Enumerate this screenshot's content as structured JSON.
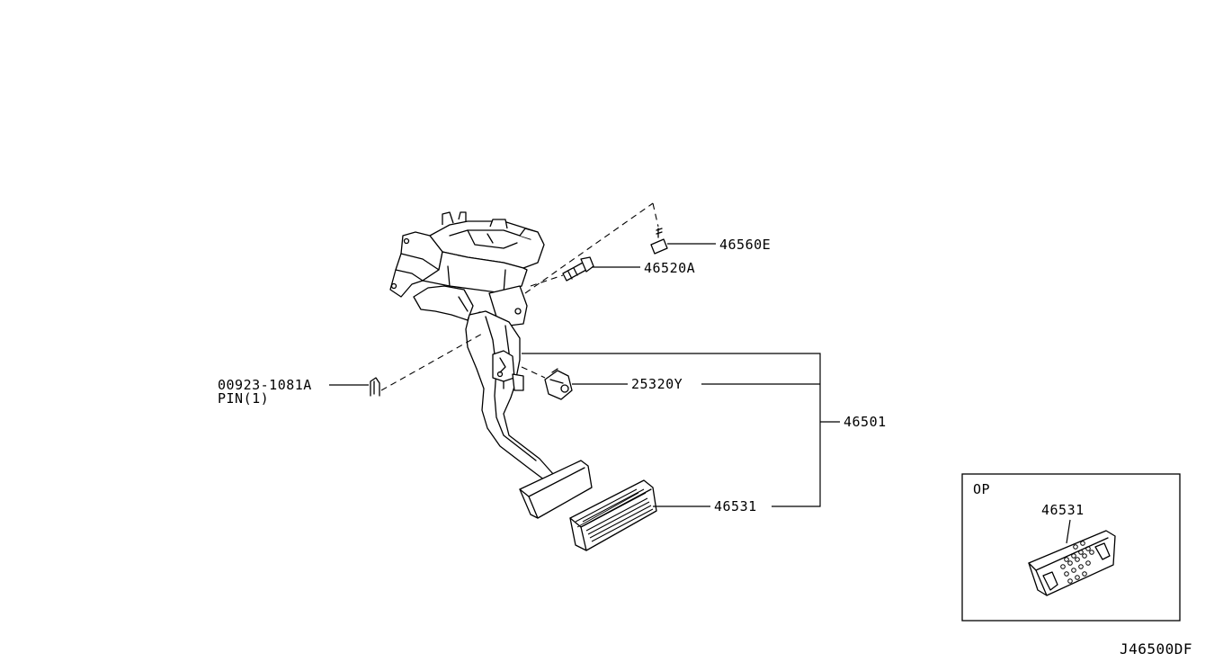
{
  "diagram_id": "J46500DF",
  "parts": {
    "bolt": "46560E",
    "pivot_pin": "46520A",
    "stop_lamp_switch": "25320Y",
    "clip_part": "00923-1081A",
    "clip_desc": "PIN(1)",
    "pedal_assembly": "46501",
    "pedal_pad": "46531"
  },
  "option_box": {
    "title": "OP",
    "part": "46531"
  }
}
